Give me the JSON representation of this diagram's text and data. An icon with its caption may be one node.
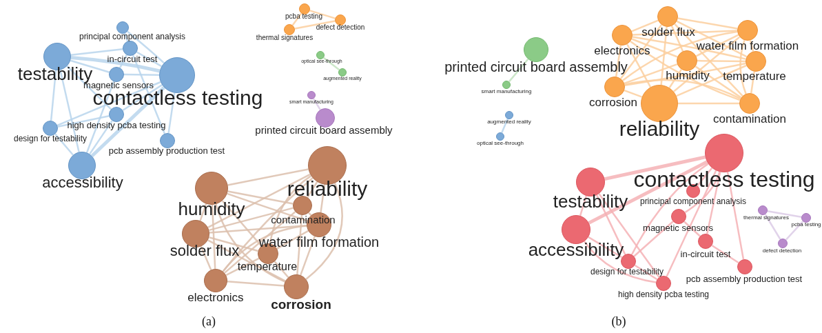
{
  "diagram": {
    "nodes": [
      {
        "text": [
          "testability"
        ]
      },
      {
        "text": [
          "principal component analysis"
        ]
      },
      {
        "text": [
          "in-circuit test"
        ]
      },
      {
        "text": [
          "magnetic sensors"
        ]
      },
      {
        "text": [
          "contactless testing"
        ]
      },
      {
        "text": [
          "high density pcba testing"
        ]
      },
      {
        "text": [
          "design for testability"
        ]
      },
      {
        "text": [
          "pcb assembly production test"
        ]
      },
      {
        "text": [
          "accessibility"
        ]
      },
      {
        "text": [
          "pcba testing"
        ]
      },
      {
        "text": [
          "defect detection"
        ]
      },
      {
        "text": [
          "thermal signatures"
        ]
      },
      {
        "text": [
          "optical see-through"
        ]
      },
      {
        "text": [
          "augmented reality"
        ]
      },
      {
        "text": [
          "smart manufacturing"
        ]
      },
      {
        "text": [
          "printed circuit board assembly"
        ]
      },
      {
        "text": [
          "reliability"
        ]
      },
      {
        "text": [
          "humidity"
        ]
      },
      {
        "text": [
          "contamination"
        ]
      },
      {
        "text": [
          "water film formation"
        ]
      },
      {
        "text": [
          "solder flux"
        ]
      },
      {
        "text": [
          "temperature"
        ]
      },
      {
        "text": [
          "electronics"
        ]
      },
      {
        "text": [
          "corrosion"
        ]
      },
      {
        "text": [
          "printed circuit board assembly"
        ]
      },
      {
        "text": [
          "smart manufacturing"
        ]
      },
      {
        "text": [
          "augmented reality"
        ]
      },
      {
        "text": [
          "optical see-through"
        ]
      },
      {
        "text": [
          "solder flux"
        ]
      },
      {
        "text": [
          "electronics"
        ]
      },
      {
        "text": [
          "water film formation"
        ]
      },
      {
        "text": [
          "humidity"
        ]
      },
      {
        "text": [
          "temperature"
        ]
      },
      {
        "text": [
          "corrosion"
        ]
      },
      {
        "text": [
          "reliability"
        ]
      },
      {
        "text": [
          "contamination"
        ]
      },
      {
        "text": [
          "contactless testing"
        ]
      },
      {
        "text": [
          "testability"
        ]
      },
      {
        "text": [
          "principal component analysis"
        ]
      },
      {
        "text": [
          "accessibility"
        ]
      },
      {
        "text": [
          "magnetic sensors"
        ]
      },
      {
        "text": [
          "in-circuit test"
        ]
      },
      {
        "text": [
          "design for testability"
        ]
      },
      {
        "text": [
          "pcb assembly production test"
        ]
      },
      {
        "text": [
          "high density pcba testing"
        ]
      },
      {
        "text": [
          "thermal signatures"
        ]
      },
      {
        "text": [
          "pcba testing"
        ]
      },
      {
        "text": [
          "defect detection"
        ]
      }
    ],
    "edges": [
      {
        "from": 0,
        "to": 4,
        "arrow": "none",
        "style": "thick"
      },
      {
        "from": 0,
        "to": 2,
        "arrow": "none"
      },
      {
        "from": 0,
        "to": 3,
        "arrow": "none"
      },
      {
        "from": 0,
        "to": 6,
        "arrow": "none"
      },
      {
        "from": 0,
        "to": 8,
        "arrow": "none"
      },
      {
        "from": 0,
        "to": 5,
        "arrow": "none"
      },
      {
        "from": 1,
        "to": 2,
        "arrow": "none"
      },
      {
        "from": 1,
        "to": 4,
        "arrow": "none"
      },
      {
        "from": 2,
        "to": 4,
        "arrow": "none"
      },
      {
        "from": 2,
        "to": 7,
        "arrow": "none"
      },
      {
        "from": 3,
        "to": 4,
        "arrow": "none"
      },
      {
        "from": 3,
        "to": 2,
        "arrow": "none"
      },
      {
        "from": 5,
        "to": 4,
        "arrow": "none"
      },
      {
        "from": 5,
        "to": 6,
        "arrow": "none"
      },
      {
        "from": 6,
        "to": 4,
        "arrow": "none"
      },
      {
        "from": 6,
        "to": 8,
        "arrow": "none"
      },
      {
        "from": 8,
        "to": 4,
        "arrow": "none",
        "style": "thick"
      },
      {
        "from": 8,
        "to": 5,
        "arrow": "none"
      },
      {
        "from": 7,
        "to": 4,
        "arrow": "none"
      },
      {
        "from": 8,
        "to": 3,
        "arrow": "none"
      },
      {
        "from": 9,
        "to": 10,
        "arrow": "none"
      },
      {
        "from": 11,
        "to": 10,
        "arrow": "none"
      },
      {
        "from": 9,
        "to": 11,
        "arrow": "none"
      },
      {
        "from": 12,
        "to": 13,
        "arrow": "none"
      },
      {
        "from": 14,
        "to": 15,
        "arrow": "none"
      },
      {
        "from": 16,
        "to": 17,
        "arrow": "none"
      },
      {
        "from": 16,
        "to": 18,
        "arrow": "none"
      },
      {
        "from": 16,
        "to": 19,
        "arrow": "none"
      },
      {
        "from": 16,
        "to": 20,
        "arrow": "none"
      },
      {
        "from": 16,
        "to": 21,
        "arrow": "none"
      },
      {
        "from": 16,
        "to": 22,
        "arrow": "none"
      },
      {
        "from": 16,
        "to": 23,
        "arrow": "none"
      },
      {
        "from": 17,
        "to": 18,
        "arrow": "none"
      },
      {
        "from": 17,
        "to": 19,
        "arrow": "none"
      },
      {
        "from": 17,
        "to": 20,
        "arrow": "none"
      },
      {
        "from": 17,
        "to": 21,
        "arrow": "none"
      },
      {
        "from": 17,
        "to": 22,
        "arrow": "none"
      },
      {
        "from": 17,
        "to": 23,
        "arrow": "none"
      },
      {
        "from": 20,
        "to": 18,
        "arrow": "none"
      },
      {
        "from": 20,
        "to": 19,
        "arrow": "none"
      },
      {
        "from": 20,
        "to": 21,
        "arrow": "none"
      },
      {
        "from": 20,
        "to": 22,
        "arrow": "none"
      },
      {
        "from": 20,
        "to": 23,
        "arrow": "none"
      },
      {
        "from": 22,
        "to": 21,
        "arrow": "none"
      },
      {
        "from": 22,
        "to": 23,
        "arrow": "none"
      },
      {
        "from": 22,
        "to": 18,
        "arrow": "none"
      },
      {
        "from": 22,
        "to": 19,
        "arrow": "none"
      },
      {
        "from": 21,
        "to": 23,
        "arrow": "none"
      },
      {
        "from": 21,
        "to": 19,
        "arrow": "none"
      },
      {
        "from": 19,
        "to": 23,
        "arrow": "none"
      },
      {
        "from": 18,
        "to": 23,
        "arrow": "none"
      },
      {
        "from": 18,
        "to": 19,
        "arrow": "none"
      },
      {
        "from": 24,
        "to": 25,
        "arrow": "none"
      },
      {
        "from": 26,
        "to": 27,
        "arrow": "none"
      },
      {
        "from": 34,
        "to": 28,
        "arrow": "none"
      },
      {
        "from": 34,
        "to": 29,
        "arrow": "none"
      },
      {
        "from": 34,
        "to": 30,
        "arrow": "none"
      },
      {
        "from": 34,
        "to": 31,
        "arrow": "none"
      },
      {
        "from": 34,
        "to": 32,
        "arrow": "none"
      },
      {
        "from": 34,
        "to": 33,
        "arrow": "none"
      },
      {
        "from": 34,
        "to": 35,
        "arrow": "none"
      },
      {
        "from": 28,
        "to": 29,
        "arrow": "none"
      },
      {
        "from": 28,
        "to": 30,
        "arrow": "none"
      },
      {
        "from": 28,
        "to": 31,
        "arrow": "none"
      },
      {
        "from": 28,
        "to": 32,
        "arrow": "none"
      },
      {
        "from": 28,
        "to": 33,
        "arrow": "none"
      },
      {
        "from": 28,
        "to": 35,
        "arrow": "none"
      },
      {
        "from": 29,
        "to": 31,
        "arrow": "none"
      },
      {
        "from": 29,
        "to": 32,
        "arrow": "none"
      },
      {
        "from": 29,
        "to": 33,
        "arrow": "none"
      },
      {
        "from": 29,
        "to": 35,
        "arrow": "none"
      },
      {
        "from": 29,
        "to": 30,
        "arrow": "none"
      },
      {
        "from": 31,
        "to": 30,
        "arrow": "none"
      },
      {
        "from": 31,
        "to": 32,
        "arrow": "none"
      },
      {
        "from": 31,
        "to": 33,
        "arrow": "none"
      },
      {
        "from": 31,
        "to": 35,
        "arrow": "none"
      },
      {
        "from": 30,
        "to": 32,
        "arrow": "none"
      },
      {
        "from": 30,
        "to": 35,
        "arrow": "none"
      },
      {
        "from": 30,
        "to": 33,
        "arrow": "none"
      },
      {
        "from": 32,
        "to": 35,
        "arrow": "none"
      },
      {
        "from": 33,
        "to": 35,
        "arrow": "none"
      },
      {
        "from": 32,
        "to": 33,
        "arrow": "none"
      },
      {
        "from": 36,
        "to": 37,
        "arrow": "none",
        "style": "thick"
      },
      {
        "from": 36,
        "to": 39,
        "arrow": "none",
        "style": "thick"
      },
      {
        "from": 36,
        "to": 38,
        "arrow": "none"
      },
      {
        "from": 36,
        "to": 40,
        "arrow": "none"
      },
      {
        "from": 36,
        "to": 44,
        "arrow": "none"
      },
      {
        "from": 36,
        "to": 41,
        "arrow": "none"
      },
      {
        "from": 36,
        "to": 43,
        "arrow": "none"
      },
      {
        "from": 36,
        "to": 42,
        "arrow": "none"
      },
      {
        "from": 37,
        "to": 39,
        "arrow": "none"
      },
      {
        "from": 37,
        "to": 44,
        "arrow": "none"
      },
      {
        "from": 37,
        "to": 42,
        "arrow": "none"
      },
      {
        "from": 39,
        "to": 42,
        "arrow": "none"
      },
      {
        "from": 39,
        "to": 44,
        "arrow": "none"
      },
      {
        "from": 40,
        "to": 41,
        "arrow": "none"
      },
      {
        "from": 41,
        "to": 43,
        "arrow": "none"
      },
      {
        "from": 40,
        "to": 42,
        "arrow": "none"
      },
      {
        "from": 42,
        "to": 44,
        "arrow": "none"
      },
      {
        "from": 45,
        "to": 46,
        "arrow": "none"
      },
      {
        "from": 46,
        "to": 47,
        "arrow": "none"
      },
      {
        "from": 45,
        "to": 47,
        "arrow": "none"
      }
    ],
    "labels": [
      "(a)",
      "(b)"
    ]
  }
}
